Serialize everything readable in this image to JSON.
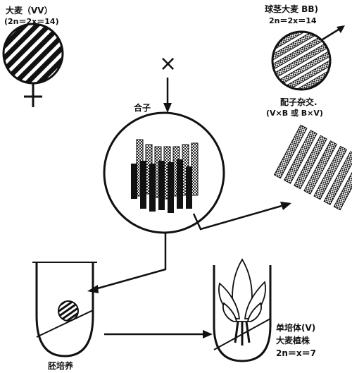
{
  "female_parent": {
    "name": "大麦（VV）",
    "chromosomes": "(2n＝2x＝14)"
  },
  "male_parent": {
    "name": "球茎大麦 BB)",
    "chromosomes": "2n＝2x＝14"
  },
  "cross_symbol": "×",
  "zygote_label": "合子",
  "gamete_cross": {
    "title": "配子杂交.",
    "detail": "(V×B 或 B×V)"
  },
  "embryo_culture_label": "胚培养",
  "haploid": {
    "line1": "单培体(V)",
    "line2": "大麦植株",
    "line3": "2n＝x＝7"
  }
}
